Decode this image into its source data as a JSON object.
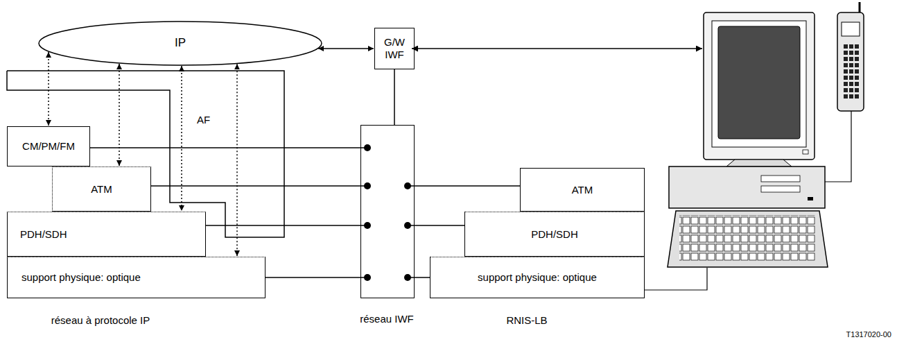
{
  "diagram": {
    "nodes": [
      {
        "text": [
          "IP"
        ]
      },
      {
        "text": [
          "G/W IWF"
        ]
      },
      {
        "text": [
          "AF"
        ]
      },
      {
        "text": [
          "CM/PM/FM"
        ]
      },
      {
        "text": [
          "ATM"
        ]
      },
      {
        "text": [
          "PDH/SDH"
        ]
      },
      {
        "text": [
          "support physique: optique"
        ]
      },
      {
        "text": [
          "réseau IWF"
        ]
      },
      {
        "text": [
          "ATM"
        ]
      },
      {
        "text": [
          "PDH/SDH"
        ]
      },
      {
        "text": [
          "support physique: optique"
        ]
      }
    ],
    "edges": [
      {
        "from": 0,
        "to": 1,
        "arrow": "both"
      },
      {
        "from": 0,
        "to": 3,
        "arrow": "both"
      },
      {
        "from": 0,
        "to": 4,
        "arrow": "both"
      },
      {
        "from": 0,
        "to": 5,
        "arrow": "both"
      },
      {
        "from": 0,
        "to": 6,
        "arrow": "both"
      },
      {
        "from": 1,
        "to": 7,
        "arrow": "none"
      },
      {
        "from": 3,
        "to": 7,
        "arrow": "none"
      },
      {
        "from": 4,
        "to": 7,
        "arrow": "none"
      },
      {
        "from": 5,
        "to": 7,
        "arrow": "none"
      },
      {
        "from": 6,
        "to": 7,
        "arrow": "none"
      },
      {
        "from": 7,
        "to": 8,
        "arrow": "none"
      },
      {
        "from": 7,
        "to": 9,
        "arrow": "none"
      },
      {
        "from": 7,
        "to": 10,
        "arrow": "none"
      }
    ],
    "labels": [
      "réseau à protocole IP",
      "RNIS-LB",
      "T1317020-00"
    ]
  }
}
